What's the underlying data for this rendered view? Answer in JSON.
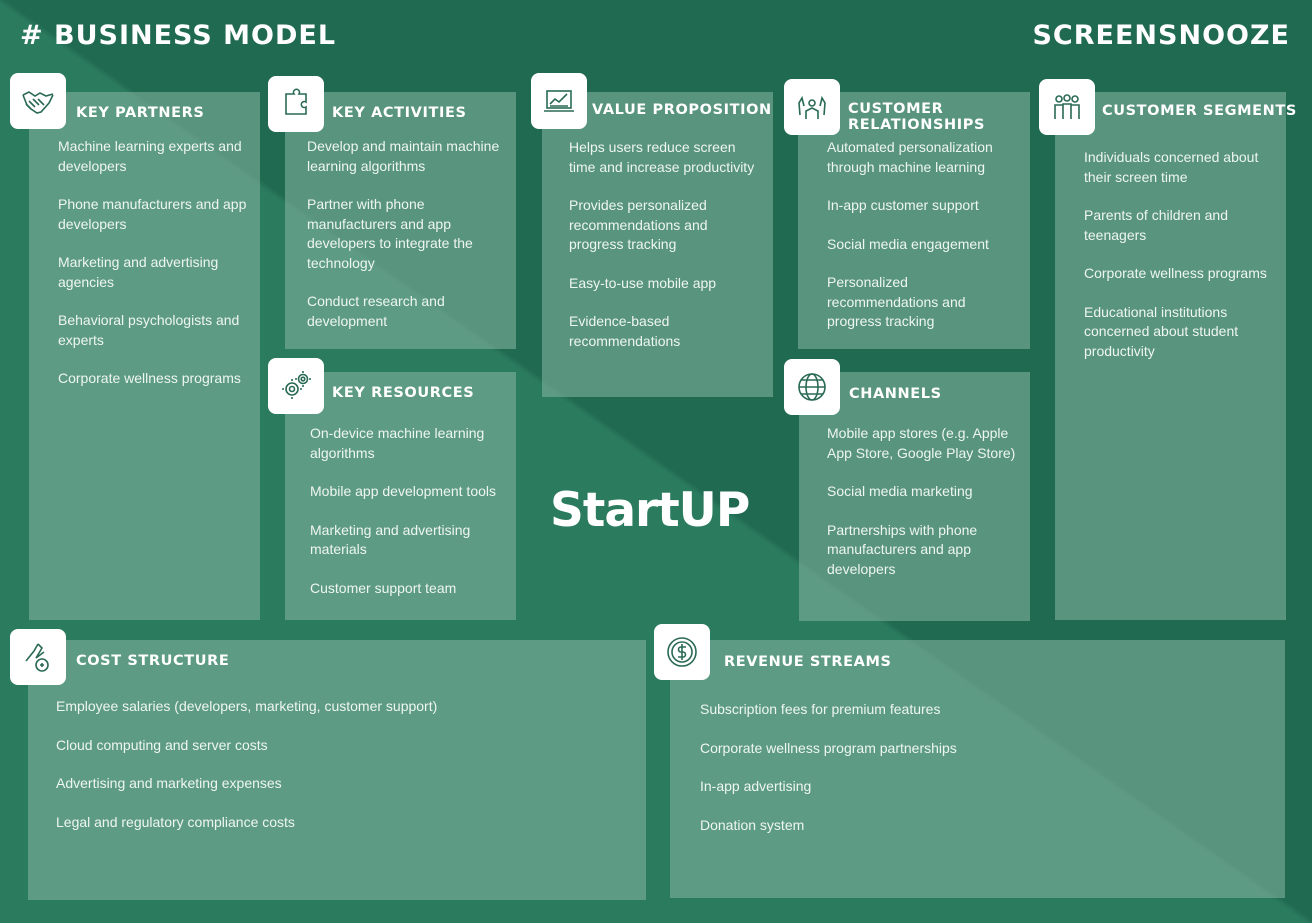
{
  "header": {
    "title": "# BUSINESS MODEL",
    "brand": "SCREENSNOOZE"
  },
  "logo": {
    "text": "StartUP"
  },
  "key_partners": {
    "title": "KEY PARTNERS",
    "icon": "handshake-icon",
    "items": [
      "Machine learning experts and developers",
      "Phone manufacturers and app developers",
      "Marketing and advertising agencies",
      "Behavioral psychologists and experts",
      "Corporate wellness programs"
    ]
  },
  "key_activities": {
    "title": "KEY ACTIVITIES",
    "icon": "puzzle-icon",
    "items": [
      "Develop and maintain machine learning algorithms",
      "Partner with phone manufacturers and app developers to integrate the technology",
      "Conduct research and development"
    ]
  },
  "key_resources": {
    "title": "KEY RESOURCES",
    "icon": "gears-icon",
    "items": [
      "On-device machine learning algorithms",
      "Mobile app development tools",
      "Marketing and advertising materials",
      "Customer support team"
    ]
  },
  "value_proposition": {
    "title": "VALUE PROPOSITION",
    "icon": "presentation-chart-icon",
    "items": [
      "Helps users reduce screen time and increase productivity",
      "Provides personalized recommendations and progress tracking",
      "Easy-to-use mobile app",
      "Evidence-based recommendations"
    ]
  },
  "customer_relationships": {
    "title_line1": "CUSTOMER",
    "title_line2": "RELATIONSHIPS",
    "icon": "raised-hands-icon",
    "items": [
      "Automated personalization through machine learning",
      "In-app customer support",
      "Social media engagement",
      "Personalized recommendations and progress tracking"
    ]
  },
  "channels": {
    "title": "CHANNELS",
    "icon": "globe-icon",
    "items": [
      "Mobile app stores (e.g. Apple App Store, Google Play Store)",
      "Social media marketing",
      "Partnerships with phone manufacturers and app developers"
    ]
  },
  "customer_segments": {
    "title": "CUSTOMER SEGMENTS",
    "icon": "people-group-icon",
    "items": [
      "Individuals concerned about their screen time",
      "Parents of children and teenagers",
      "Corporate wellness programs",
      "Educational institutions concerned about student productivity"
    ]
  },
  "cost_structure": {
    "title": "COST STRUCTURE",
    "icon": "hand-coin-icon",
    "items": [
      "Employee salaries (developers, marketing, customer support)",
      "Cloud computing and server costs",
      "Advertising and marketing expenses",
      "Legal and regulatory compliance costs"
    ]
  },
  "revenue_streams": {
    "title": "REVENUE STREAMS",
    "icon": "dollar-coin-icon",
    "items": [
      "Subscription fees for premium features",
      "Corporate wellness program partnerships",
      "In-app  advertising",
      "Donation system"
    ]
  }
}
